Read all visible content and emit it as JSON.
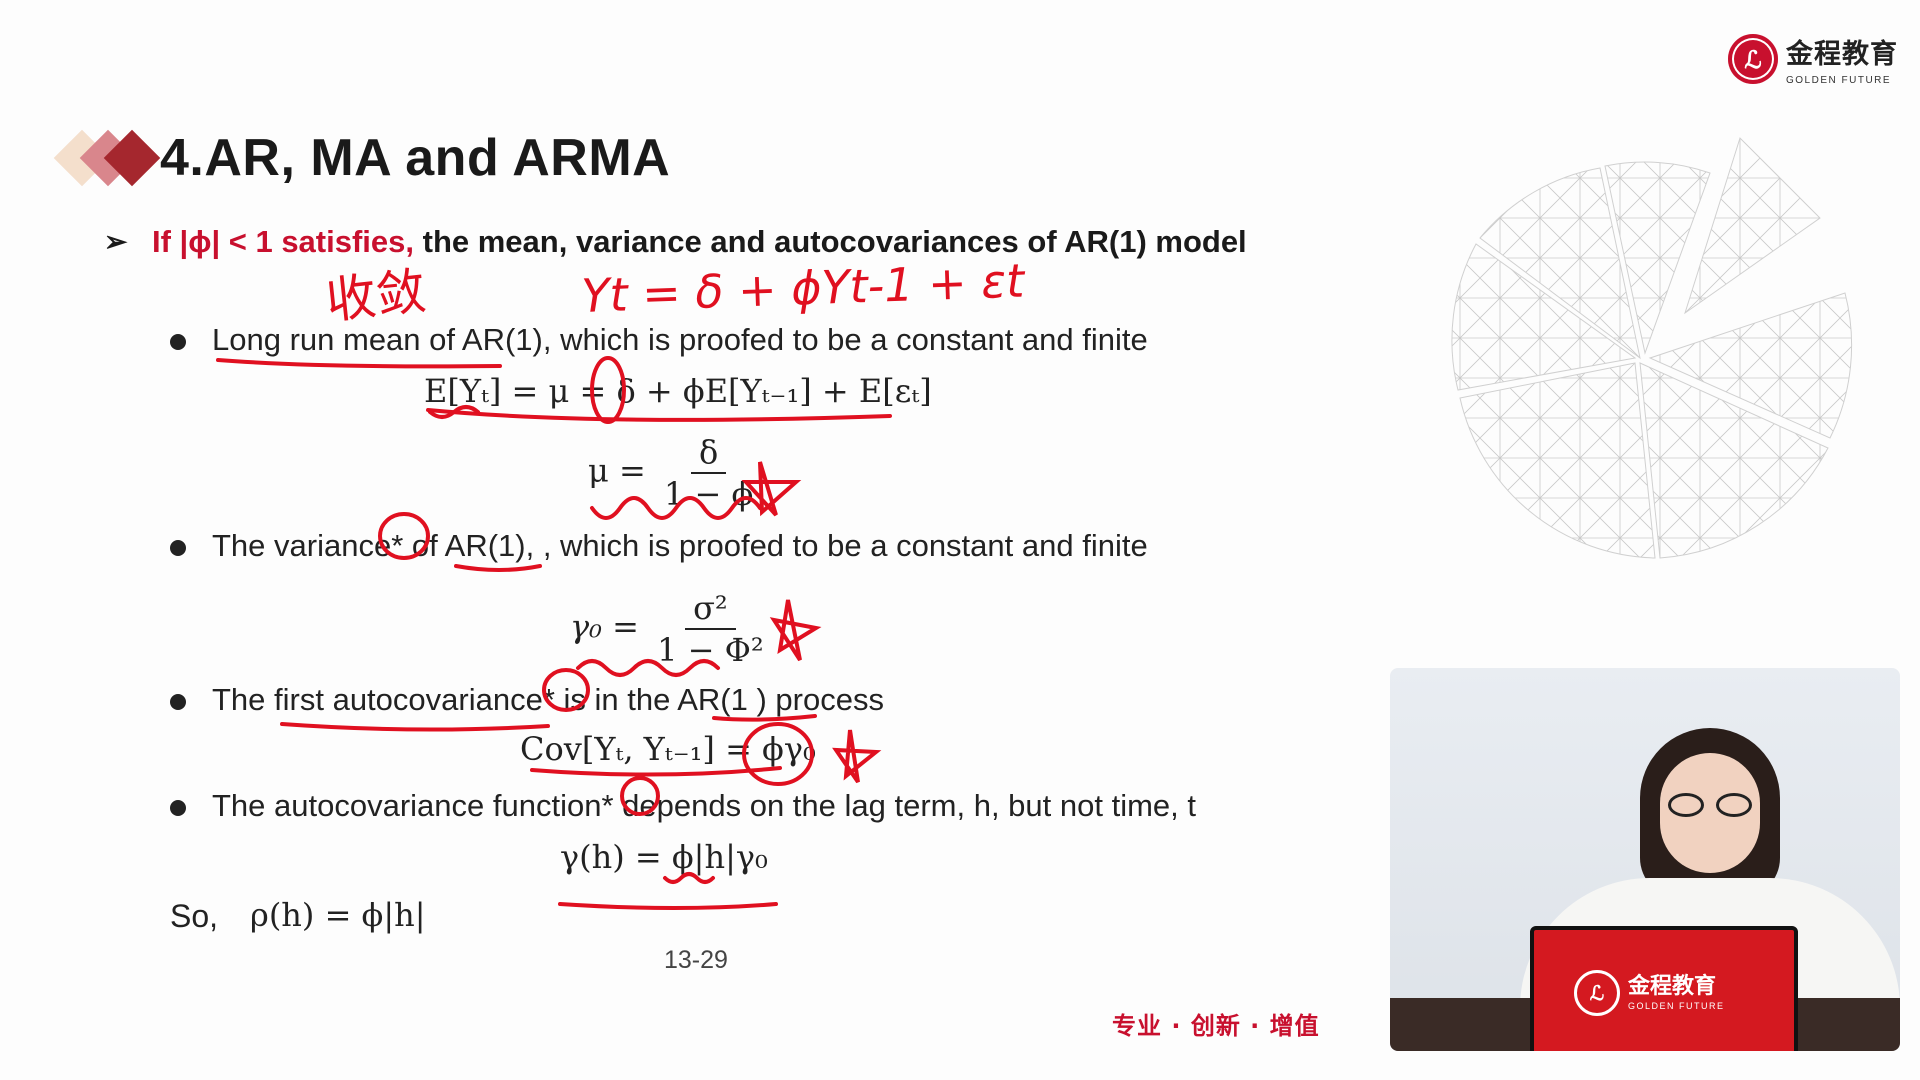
{
  "logo": {
    "seal": "ℒ",
    "cn": "金程教育",
    "en": "GOLDEN FUTURE"
  },
  "title": "4.AR, MA and ARMA",
  "heading": {
    "arrow": "➢",
    "red_part": "If |ϕ| < 1 satisfies,",
    "rest_part": " the mean, variance and autocovariances of AR(1) model"
  },
  "bullets": [
    {
      "text": "Long run mean of AR(1), which is proofed to be a constant and finite"
    },
    {
      "text": "The variance* of AR(1), , which is proofed to be a constant and finite"
    },
    {
      "text": "The first autocovariance* is in the AR(1 ) process"
    },
    {
      "text": "The autocovariance function* depends on the lag term, h, but not time, t"
    }
  ],
  "equations": {
    "mean_expectation": "E[Yₜ] = μ = δ + ϕE[Yₜ₋₁] + E[εₜ]",
    "mean_lhs": "μ =",
    "mean_num": "δ",
    "mean_den": "1 − ϕ",
    "var_lhs": "γ₀ =",
    "var_num": "σ²",
    "var_den": "1 − Φ²",
    "cov": "Cov[Yₜ, Yₜ₋₁] = ϕγ₀",
    "acf": "γ(h) = ϕ|h|γ₀",
    "so_label": "So,",
    "rho": "ρ(h) = ϕ|h|"
  },
  "page_number": "13-29",
  "slogan": "专业 · 创新 · 增值",
  "handwriting": {
    "annotation_cn": "收敛",
    "annotation_eq": "Yt = δ + ϕYt-1 + εt"
  },
  "laptop": {
    "seal": "ℒ",
    "cn": "金程教育",
    "en": "GOLDEN FUTURE"
  },
  "colors": {
    "accent_red": "#c8102e",
    "ink_red": "#e01020",
    "text": "#1a1a1a"
  }
}
